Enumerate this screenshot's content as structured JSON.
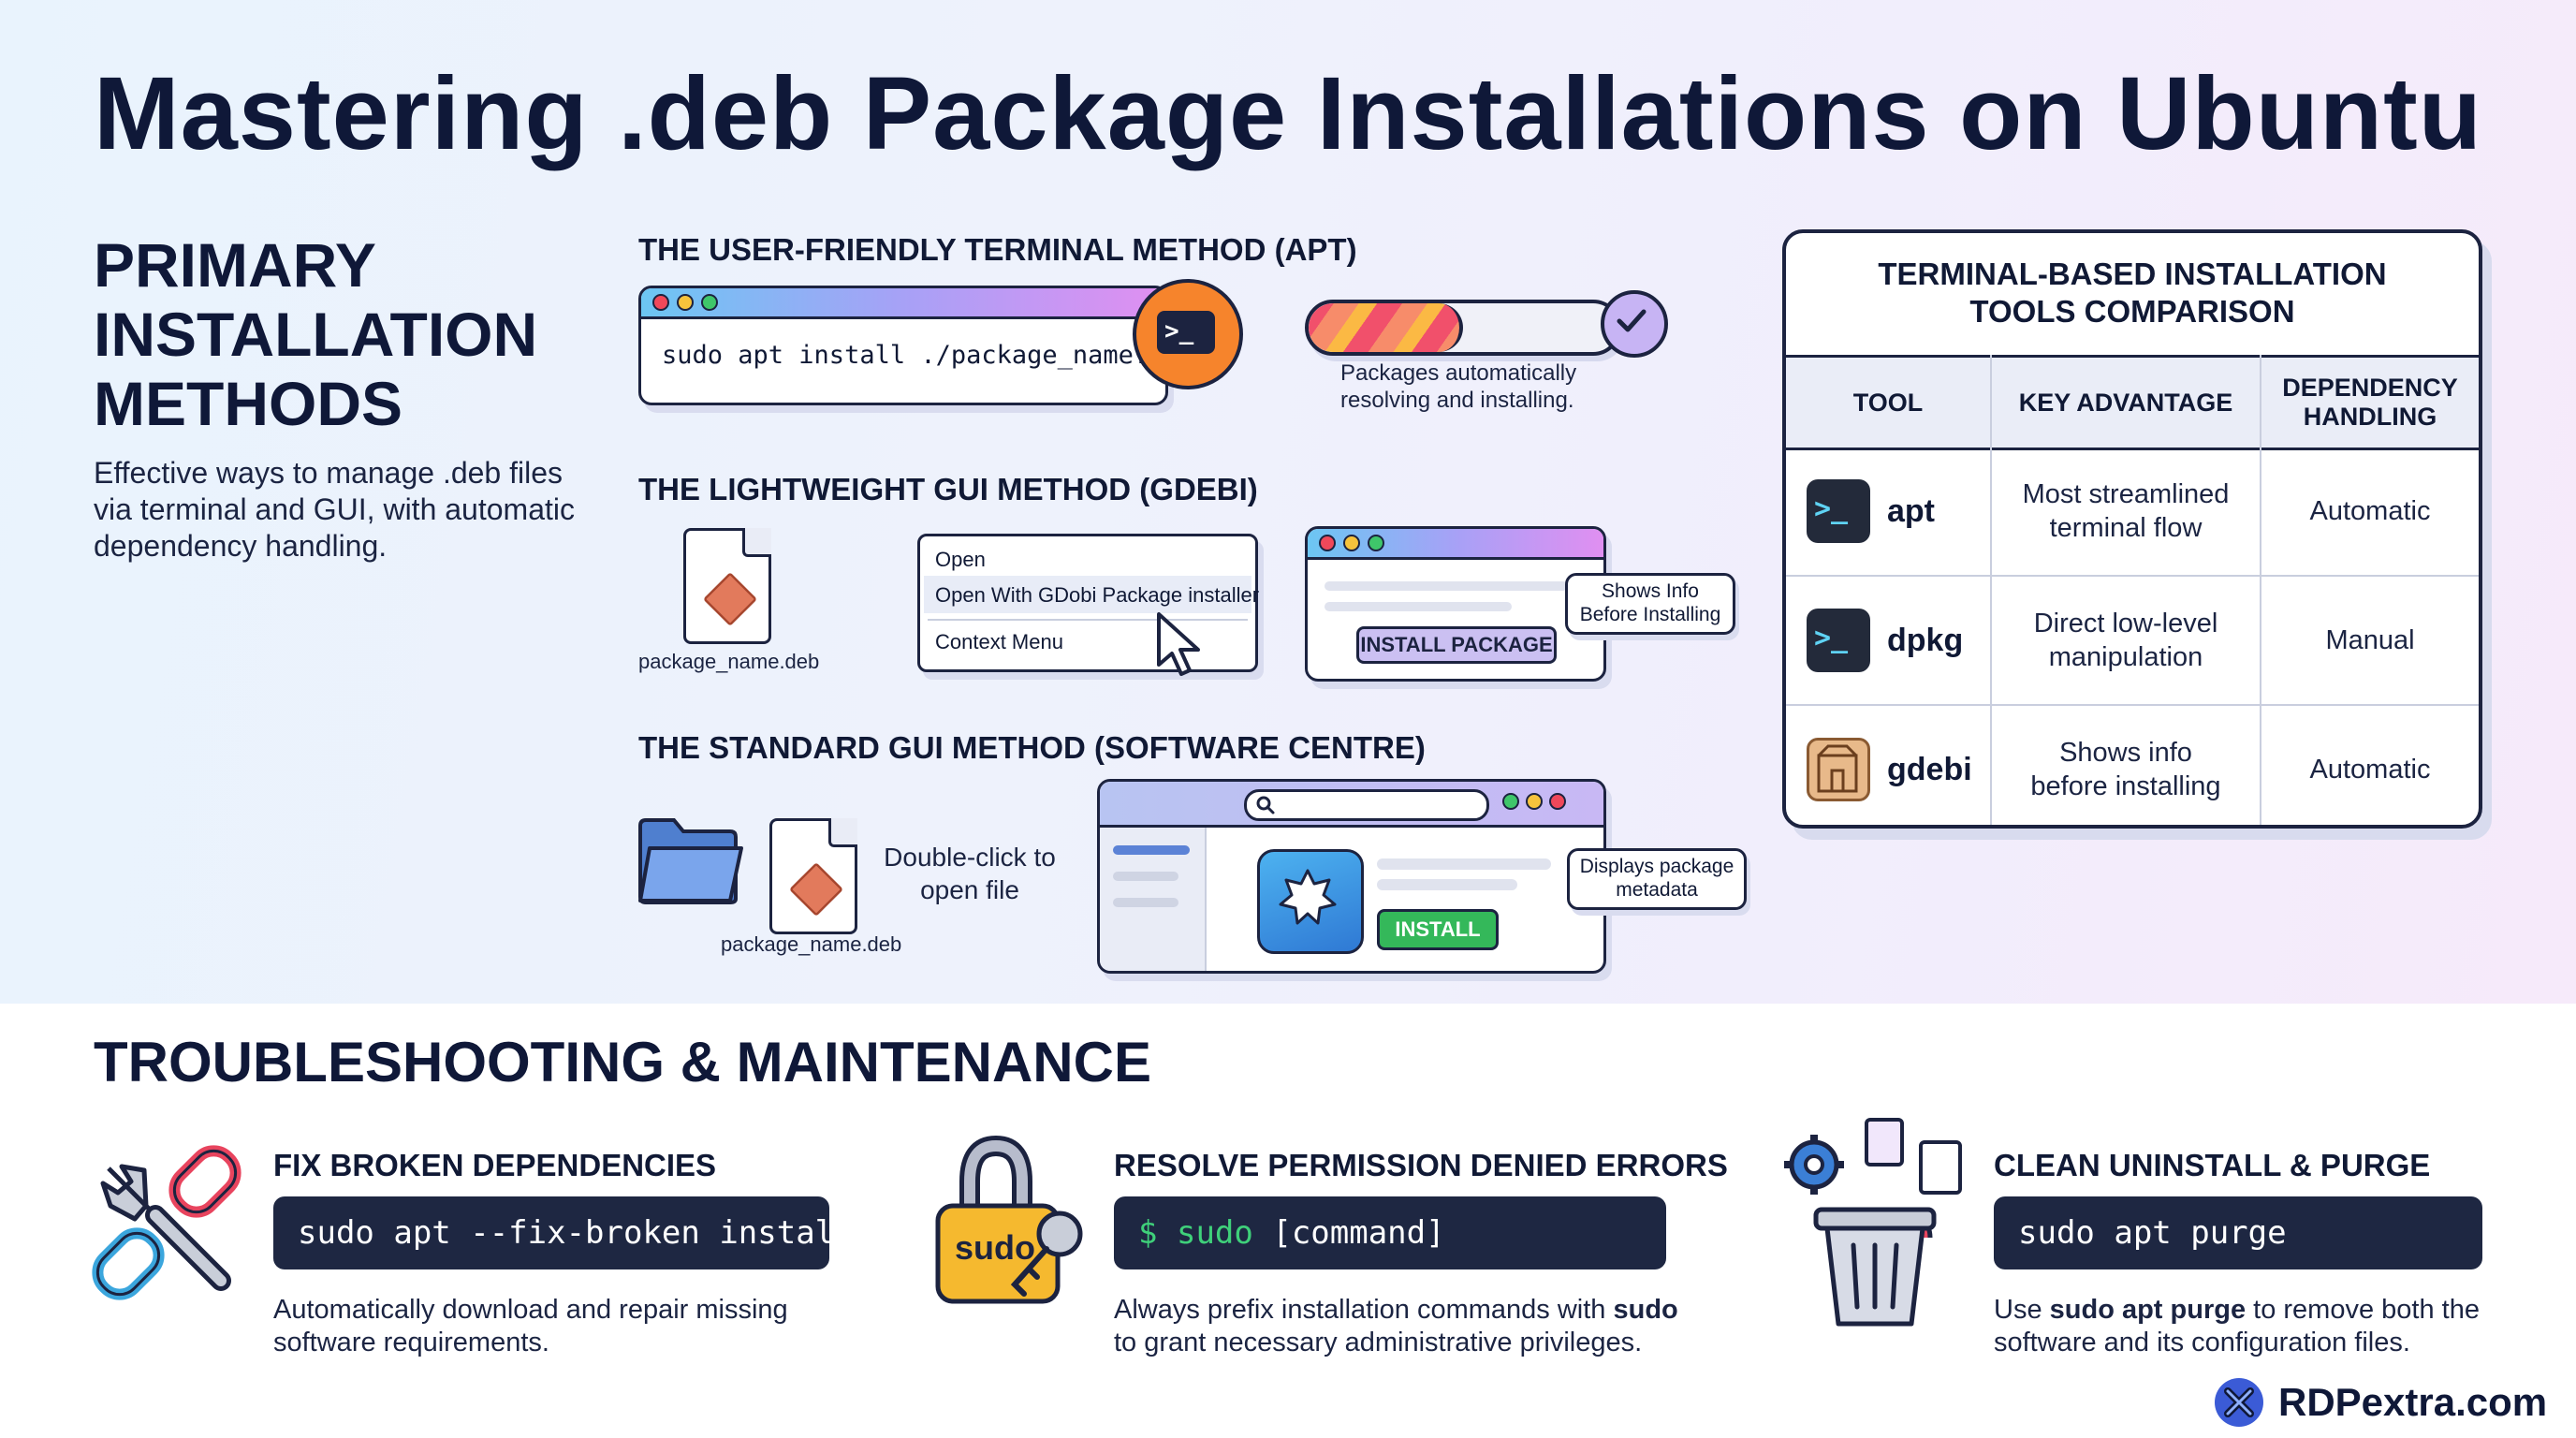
{
  "title": "Mastering .deb Package Installations on Ubuntu",
  "primary": {
    "heading_lines": [
      "PRIMARY",
      "INSTALLATION",
      "METHODS"
    ],
    "description": "Effective ways to manage .deb files via terminal and GUI, with automatic dependency handling."
  },
  "apt_method": {
    "heading": "THE USER-FRIENDLY TERMINAL METHOD (APT)",
    "command": "sudo apt install ./package_name.deb",
    "terminal_glyph": ">_",
    "progress_fraction": 0.5,
    "progress_caption_lines": [
      "Packages automatically",
      "resolving and installing."
    ]
  },
  "gdebi_method": {
    "heading": "THE LIGHTWEIGHT GUI METHOD (GDEBI)",
    "file_label": "package_name.deb",
    "menu_items": [
      "Open",
      "Open With GDobi Package installer",
      "Context Menu"
    ],
    "install_button": "INSTALL PACKAGE",
    "callout_lines": [
      "Shows Info",
      "Before Installing"
    ]
  },
  "software_centre_method": {
    "heading": "THE STANDARD GUI METHOD (SOFTWARE CENTRE)",
    "file_label": "package_name.deb",
    "action_lines": [
      "Double-click to",
      "open file"
    ],
    "install_button": "INSTALL",
    "callout_lines": [
      "Displays package",
      "metadata"
    ]
  },
  "comparison": {
    "title_lines": [
      "TERMINAL-BASED INSTALLATION",
      "TOOLS COMPARISON"
    ],
    "headers": [
      "TOOL",
      "KEY ADVANTAGE",
      "DEPENDENCY HANDLING"
    ],
    "rows": [
      {
        "tool": "apt",
        "icon": "terminal-icon",
        "advantage": "Most streamlined terminal flow",
        "dependency": "Automatic"
      },
      {
        "tool": "dpkg",
        "icon": "terminal-icon",
        "advantage": "Direct low-level manipulation",
        "dependency": "Manual"
      },
      {
        "tool": "gdebi",
        "icon": "package-box-icon",
        "advantage": "Shows info before installing",
        "dependency": "Automatic"
      }
    ]
  },
  "troubleshooting": {
    "heading": "TROUBLESHOOTING & MAINTENANCE",
    "items": [
      {
        "title": "FIX BROKEN DEPENDENCIES",
        "command": "sudo apt --fix-broken install",
        "desc_lines": [
          "Automatically download and repair missing",
          "software requirements."
        ]
      },
      {
        "title": "RESOLVE PERMISSION DENIED ERRORS",
        "prompt": "$",
        "command_keyword": "sudo",
        "command_arg": "[command]",
        "lock_label": "sudo",
        "desc_pre": "Always prefix installation commands with ",
        "desc_bold": "sudo",
        "desc_line2": "to grant necessary administrative privileges."
      },
      {
        "title": "CLEAN UNINSTALL & PURGE",
        "command": "sudo apt purge",
        "desc_pre": "Use ",
        "desc_bold": "sudo apt purge",
        "desc_post": " to remove both the",
        "desc_line2": "software and its configuration files."
      }
    ]
  },
  "brand": "RDPextra.com",
  "colors": {
    "accent_orange": "#f6842c",
    "install_green": "#34b85a",
    "navy": "#1e2742",
    "sudo_gold": "#f5b92f"
  }
}
